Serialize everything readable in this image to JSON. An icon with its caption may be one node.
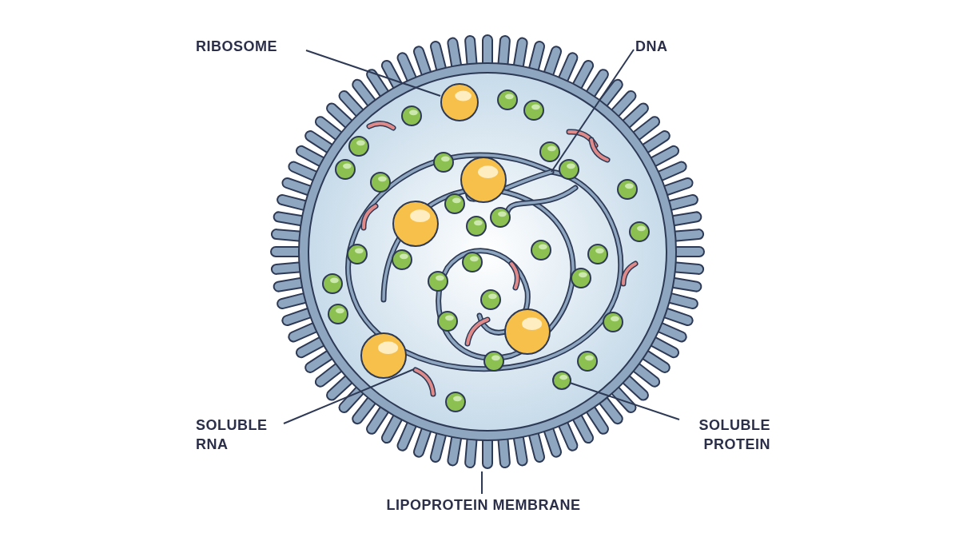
{
  "diagram": {
    "nodes": [
      {
        "text": [
          "RIBOSOME"
        ]
      },
      {
        "text": [
          "DNA"
        ]
      },
      {
        "text": [
          "SOLUBLE RNA"
        ]
      },
      {
        "text": [
          "SOLUBLE PROTEIN"
        ]
      },
      {
        "text": [
          "LIPOPROTEIN MEMBRANE"
        ]
      },
      {
        "text": [],
        "shape": "circle"
      },
      {
        "text": [],
        "shape": "circle",
        "in": 5
      },
      {
        "text": [],
        "shape": "picture",
        "in": 5
      },
      {
        "text": [],
        "shape": "picture",
        "in": 5
      },
      {
        "text": [],
        "shape": "circle",
        "in": 5
      },
      {
        "text": [],
        "shape": "circle",
        "in": 7
      },
      {
        "text": [],
        "shape": "circle",
        "in": 7
      },
      {
        "text": [],
        "shape": "circle",
        "in": 7
      },
      {
        "text": [],
        "shape": "circle",
        "in": 5
      },
      {
        "text": [],
        "shape": "circle",
        "in": 5
      },
      {
        "text": [],
        "shape": "circle",
        "in": 5
      },
      {
        "text": [],
        "shape": "circle",
        "in": 5
      },
      {
        "text": [],
        "shape": "circle",
        "in": 5
      },
      {
        "text": [],
        "shape": "circle",
        "in": 5
      },
      {
        "text": [],
        "shape": "circle",
        "in": 5
      },
      {
        "text": [],
        "shape": "circle",
        "in": 5
      },
      {
        "text": [],
        "shape": "circle",
        "in": 5
      },
      {
        "text": [],
        "shape": "circle",
        "in": 5
      },
      {
        "text": [],
        "shape": "circle",
        "in": 5
      },
      {
        "text": [],
        "shape": "circle",
        "in": 5
      },
      {
        "text": [],
        "shape": "circle",
        "in": 7
      },
      {
        "text": [],
        "shape": "circle",
        "in": 7
      },
      {
        "text": [],
        "shape": "circle",
        "in": 7
      },
      {
        "text": [],
        "shape": "circle",
        "in": 7
      },
      {
        "text": [],
        "shape": "circle",
        "in": 7
      },
      {
        "text": [],
        "shape": "circle",
        "in": 7
      },
      {
        "text": [],
        "shape": "circle",
        "in": 7
      },
      {
        "text": [],
        "shape": "circle",
        "in": 7
      },
      {
        "text": [],
        "shape": "circle",
        "in": 5
      },
      {
        "text": [],
        "shape": "circle",
        "in": 7
      },
      {
        "text": [],
        "shape": "circle",
        "in": 7
      },
      {
        "text": [],
        "shape": "circle",
        "in": 5
      },
      {
        "text": [],
        "shape": "circle",
        "in": 7
      },
      {
        "text": [],
        "shape": "circle",
        "in": 5
      },
      {
        "text": [],
        "shape": "circle",
        "in": 7
      },
      {
        "text": [],
        "shape": "circle",
        "in": 7
      },
      {
        "text": [],
        "shape": "circle",
        "in": 5
      },
      {
        "text": [],
        "shape": "circle",
        "in": 5
      },
      {
        "text": [],
        "shape": "picture",
        "in": 5
      },
      {
        "text": [],
        "shape": "picture",
        "in": 5
      },
      {
        "text": [],
        "shape": "picture",
        "in": 7
      },
      {
        "text": [],
        "shape": "picture",
        "in": 7
      },
      {
        "text": [],
        "shape": "picture",
        "in": 5
      },
      {
        "text": [],
        "shape": "picture",
        "in": 7
      },
      {
        "text": [],
        "shape": "picture",
        "in": 5
      }
    ],
    "edges": [
      {
        "from": 0,
        "to": 6,
        "arrow": "none"
      },
      {
        "from": 1,
        "to": 7,
        "arrow": "none"
      },
      {
        "from": 2,
        "to": 8,
        "arrow": "none"
      },
      {
        "from": 3,
        "to": 9,
        "arrow": "none"
      },
      {
        "from": 4,
        "to": 5,
        "arrow": "none"
      }
    ]
  }
}
